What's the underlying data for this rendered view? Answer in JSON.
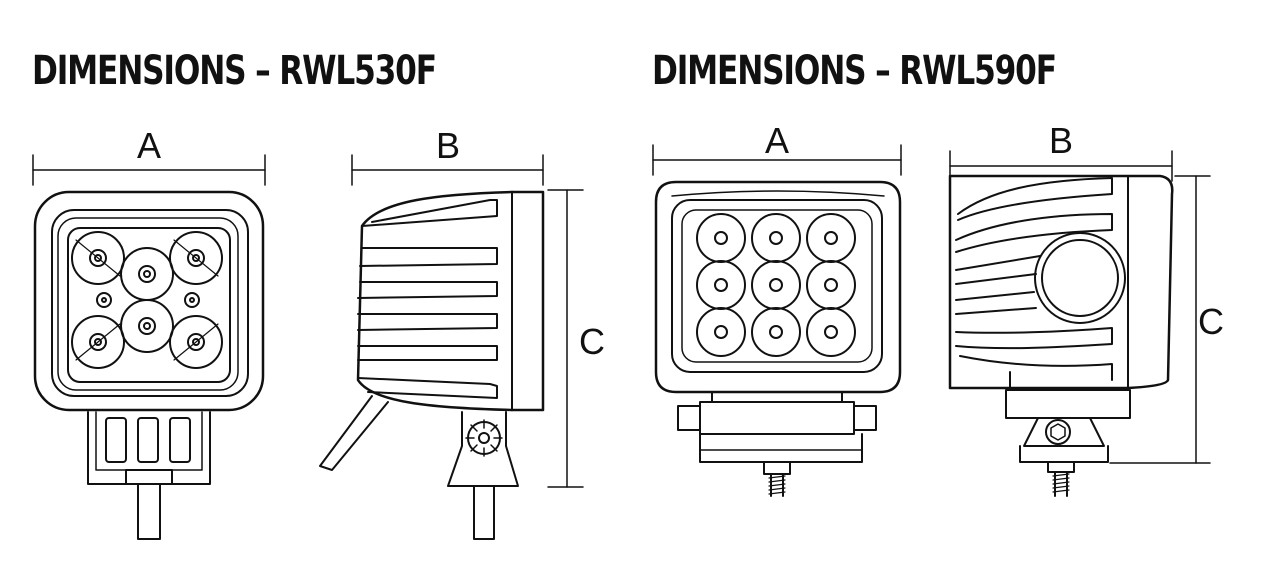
{
  "titles": {
    "left": "DIMENSIONS – RWL530F",
    "right": "DIMENSIONS – RWL590F"
  },
  "dimension_labels": {
    "a": "A",
    "b": "B",
    "c": "C"
  }
}
